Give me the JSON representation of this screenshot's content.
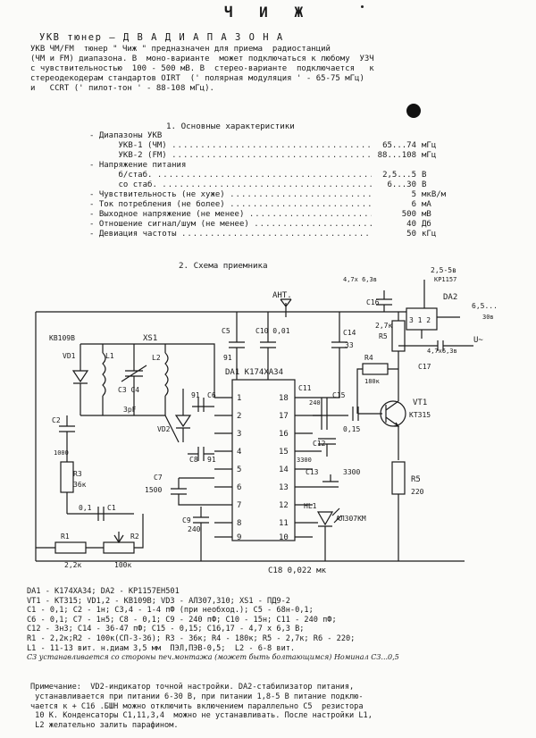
{
  "title": "Ч И Ж",
  "subtitle": "УКВ тюнер — Д В А   Д И А П А З О Н А",
  "intro": [
    "УКВ ЧМ/FM  тюнер \" Чиж \" предназначен для приема  радиостанций",
    "(ЧМ и FM) диапазона. В  моно-варианте  может подключаться к любому  УЗЧ",
    "с чувствительностью  100 - 500 мВ. В  стерео-варианте  подключается   к",
    "стереодекодерам стандартов OIRT  (' полярная модуляция ' - 65-75 мГц)",
    "и   CCRT (' пилот-тон ' - 88-108 мГц)."
  ],
  "section1": "1. Основные характеристики",
  "specs": [
    {
      "label": "- Диапазоны УКВ",
      "value": "",
      "unit": ""
    },
    {
      "label": "      УКВ-1 (ЧМ) ",
      "value": "65...74",
      "unit": "мГц"
    },
    {
      "label": "      УКВ-2 (FM) ",
      "value": "88...108",
      "unit": "мГц"
    },
    {
      "label": "- Напряжение питания",
      "value": "",
      "unit": ""
    },
    {
      "label": "      б/стаб. ",
      "value": "2,5...5",
      "unit": "В"
    },
    {
      "label": "      со стаб. ",
      "value": "6...30",
      "unit": "В"
    },
    {
      "label": "- Чувствительность (не хуже) ",
      "value": "5",
      "unit": "мкВ/м"
    },
    {
      "label": "- Ток потребления (не более) ",
      "value": "6",
      "unit": "мА"
    },
    {
      "label": "- Выходное напряжение (не менее) ",
      "value": "500",
      "unit": "мВ"
    },
    {
      "label": "- Отношение сигнал/шум (не менее) ",
      "value": "40",
      "unit": "Дб"
    },
    {
      "label": "- Девиация частоты ",
      "value": "50",
      "unit": "кГц"
    }
  ],
  "section2": "2. Схема приемника",
  "schematic": {
    "ant": "АНТ.",
    "kv109": "КВ109В",
    "xs1": "XS1",
    "vd1": "VD1",
    "l1": "L1",
    "l2": "L2",
    "c3c4": "C3 C4",
    "c3c4_val": "3pF",
    "c2": "C2",
    "c2_val": "1000",
    "vd2": "VD2",
    "r3": "R3",
    "r3_val": "36к",
    "c7": "C7",
    "c7_val": "1500",
    "c1": "C1",
    "c1_val": "0,1",
    "r1": "R1",
    "r1_val": "2,2к",
    "r2": "R2",
    "r2_val": "100к",
    "c5": "C5",
    "c5_val": "91",
    "c10": "C10 0,01",
    "c14": "C14",
    "c14_val": "33",
    "da1": "DA1 К174ХА34",
    "c6": "C6",
    "c6_pre": "91",
    "c8": "C8",
    "c8_val": "91",
    "c9": "C9",
    "c9_val": "240",
    "c11": "C11",
    "c11_val": "240",
    "c12": "C12",
    "c12_val": "3300",
    "c13": "C13",
    "c13_val": "3300",
    "hl1": "HL1",
    "hl1_type": "АЛ307КМ",
    "c15": "C15",
    "c15_val": "0,15",
    "r4": "R4",
    "r4_val": "180к",
    "vt1": "VT1",
    "vt1_type": "КТ315",
    "r5": "R5",
    "r5_val": "220",
    "r5b": "R5",
    "r5b_val": "2,7к",
    "c16": "C16",
    "c16_val": "4,7х 6,3в",
    "da2": "DA2",
    "da2_type": "КР1157",
    "v_in": "2,5-5в",
    "v_in2": "6,5...",
    "v_in3": "30в",
    "c17": "C17",
    "c17_val": "4,7х6,3в",
    "uout": "U~",
    "c18": "C18 0,022 мк",
    "pins_left": [
      "1",
      "2",
      "3",
      "4",
      "5",
      "6",
      "7",
      "8",
      "9"
    ],
    "pins_right": [
      "18",
      "17",
      "16",
      "15",
      "14",
      "13",
      "12",
      "11",
      "10"
    ],
    "da2_pins": "3  1 2"
  },
  "bom": [
    "DA1 - К174ХА34; DA2 - КР1157ЕН501",
    "VT1 - КТ315; VD1,2 - КВ109В; VD3 - АЛ307,310; XS1 - ПД9-2",
    "C1 - 0,1; C2 - 1н; C3,4 - 1-4 пФ (при необход.); C5 - 68н-0,1;",
    "C6 - 0,1; C7 - 1н5; C8 - 0,1; C9 - 240 пФ; C10 - 15н; C11 - 240 пФ;",
    "C12 - 3н3; C14 - 36-47 пФ; C15 - 0,15; C16,17 - 4,7 х 6,3 В;",
    "R1 - 2,2к;R2 - 100к(СП-3-36); R3 - 36к; R4 - 180к; R5 - 2,7к; R6 - 220;",
    "L1 - 11-13 вит. н.диам 3,5 мм  ПЭЛ,ПЭВ-0,5;  L2 - 6-8 вит."
  ],
  "handnote": "C3 устанавливается со стороны печ.монтажа (может быть болтающимся) Номинал С3...0,5",
  "note": [
    "Примечание:  VD2-индикатор точной настройки. DA2-стабилизатор питания,",
    " устанавливается при питании 6-30 В, при питании 1,8-5 В питание подклю-",
    "чается к + C16 .БШН можно отключить включением параллельно C5  резистора",
    " 10 К. Конденсаторы C1,11,3,4  можно не устанавливать. После настройки L1,",
    " L2 желательно залить парафином."
  ]
}
